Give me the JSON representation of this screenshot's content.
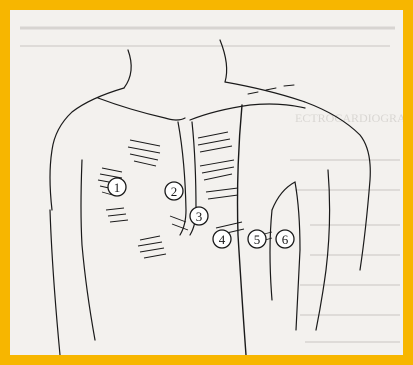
{
  "colors": {
    "border": "#f7b600",
    "paper": "#f3f1ee",
    "ink": "#1a1a1a",
    "bleed": "#c9c6c2"
  },
  "electrodes": [
    {
      "label": "1"
    },
    {
      "label": "2"
    },
    {
      "label": "3"
    },
    {
      "label": "4"
    },
    {
      "label": "5"
    },
    {
      "label": "6"
    }
  ],
  "background_text": {
    "line1": "ECTROCARDIOGRAM PLACEMENT OF ELECTRODES"
  }
}
